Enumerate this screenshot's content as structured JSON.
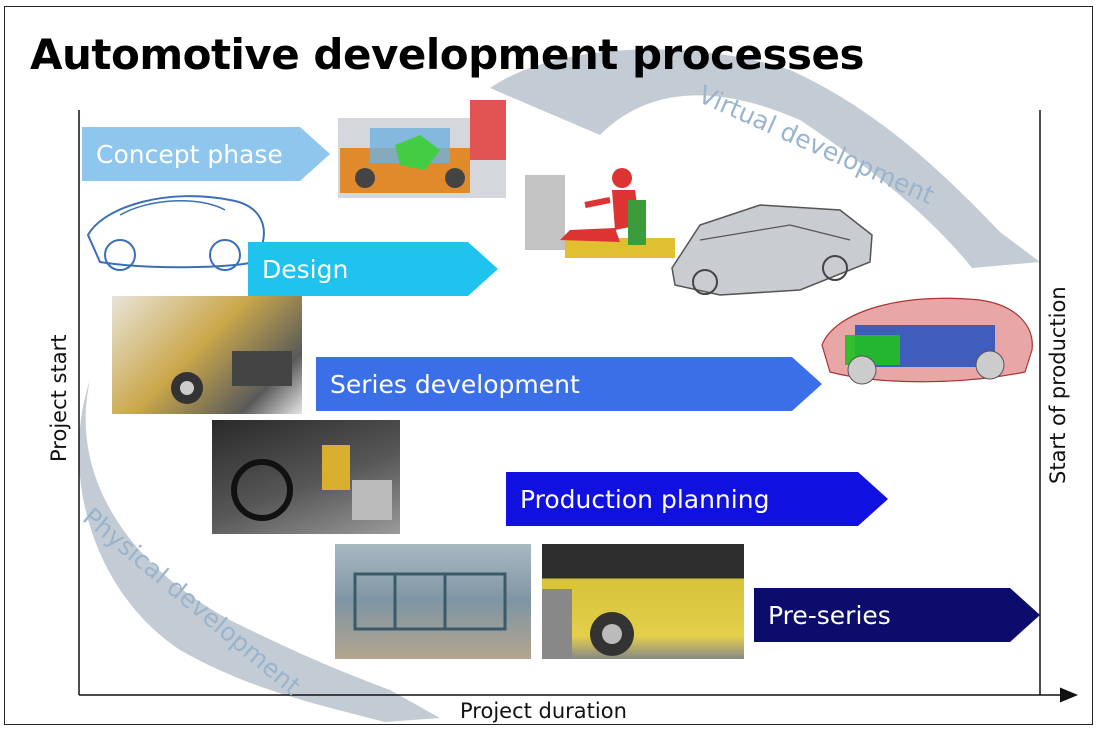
{
  "title": "Automotive development processes",
  "phases": [
    {
      "label": "Concept phase"
    },
    {
      "label": "Design"
    },
    {
      "label": "Series development"
    },
    {
      "label": "Production planning"
    },
    {
      "label": "Pre-series"
    }
  ],
  "axes": {
    "x_label": "Project duration",
    "start_label": "Project start",
    "end_label": "Start of production"
  },
  "flows": {
    "virtual": "Virtual development",
    "physical": "Physical development"
  },
  "colors": {
    "concept": "#8ec6ee",
    "design": "#1fc3ee",
    "series": "#3b6fe8",
    "production": "#1010e0",
    "preseries": "#0c0c6c",
    "flow_arrow": "#b9c3cc",
    "flow_text": "#9ab4cd"
  }
}
